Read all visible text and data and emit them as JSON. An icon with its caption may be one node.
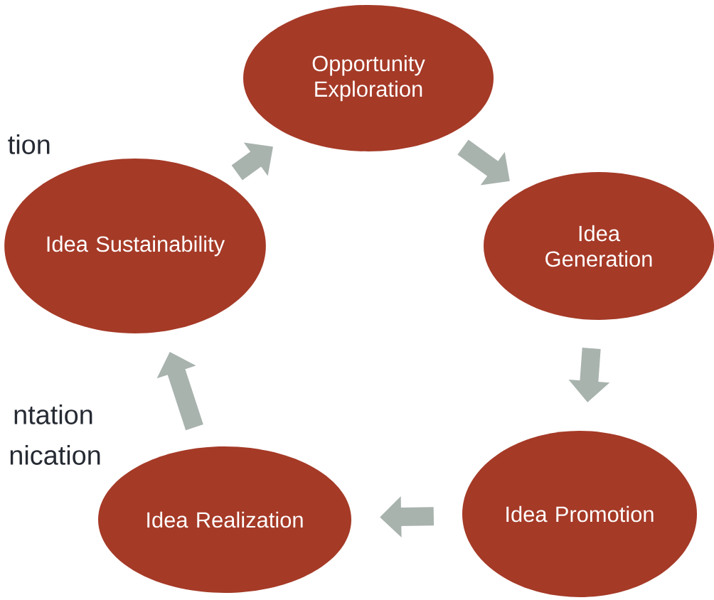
{
  "diagram": {
    "nodes": [
      {
        "text": [
          "Opportunity Exploration"
        ]
      },
      {
        "text": [
          "Idea Generation"
        ]
      },
      {
        "text": [
          "Idea Promotion"
        ]
      },
      {
        "text": [
          "Idea Realization"
        ]
      },
      {
        "text": [
          "Idea Sustainability"
        ]
      }
    ],
    "edges": [
      {
        "from": 0,
        "to": 1,
        "arrow": "to"
      },
      {
        "from": 1,
        "to": 2,
        "arrow": "to"
      },
      {
        "from": 2,
        "to": 3,
        "arrow": "to"
      },
      {
        "from": 3,
        "to": 4,
        "arrow": "to"
      },
      {
        "from": 4,
        "to": 0,
        "arrow": "to"
      }
    ],
    "labels": [
      "tion",
      "ntation",
      "nication"
    ]
  }
}
